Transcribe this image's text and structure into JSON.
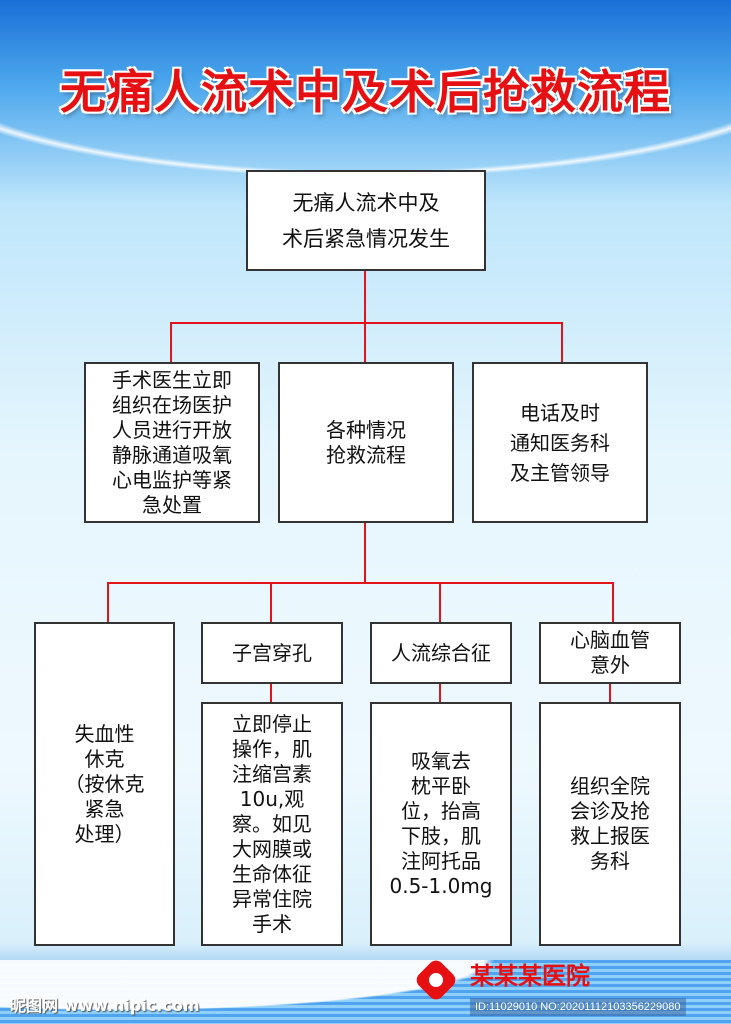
{
  "title": "无痛人流术中及术后抢救流程",
  "root": "无痛人流术中及\n术后紧急情况发生",
  "level2": [
    "手术医生立即\n组织在场医护\n人员进行开放\n静脉通道吸氧\n心电监护等紧\n急处置",
    "各种情况\n抢救流程",
    "电话及时\n通知医务科\n及主管领导"
  ],
  "level3": [
    "失血性\n休克\n（按休克\n紧急\n处理）",
    "子宫穿孔",
    "人流综合征",
    "心脑血管\n意外"
  ],
  "level4": [
    "立即停止\n操作，肌\n注缩宫素\n10u,观\n察。如见\n大网膜或\n生命体征\n异常住院\n手术",
    "吸氧去\n枕平卧\n位，抬高\n下肢，肌\n注阿托品\n0.5-1.0mg",
    "组织全院\n会诊及抢\n救上报医\n务科"
  ],
  "footer": {
    "hospital": "某某某医院",
    "watermark": "昵图网 www.nipic.com",
    "id": "ID:11029010 NO:20201112103356229080"
  }
}
